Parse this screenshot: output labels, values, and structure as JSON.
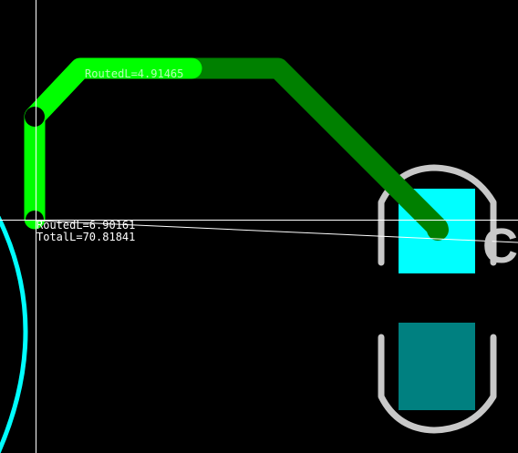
{
  "colors": {
    "background": "#000000",
    "active_trace": "#00ff00",
    "routed_trace": "#008000",
    "pad_top": "#00ffff",
    "pad_bottom": "#008080",
    "silkscreen": "#c8c8c8",
    "board_outline": "#00ffff",
    "crosshair": "#ffffff",
    "via": "#000000",
    "label_on_trace": "#b4ffb4",
    "label": "#ffffff"
  },
  "labels": {
    "segment_routed_length": "RoutedL=4.91465",
    "cursor_routed_length": "RoutedL=6.90161",
    "cursor_total_length": "TotalL=70.81841",
    "component_designator": "C"
  }
}
